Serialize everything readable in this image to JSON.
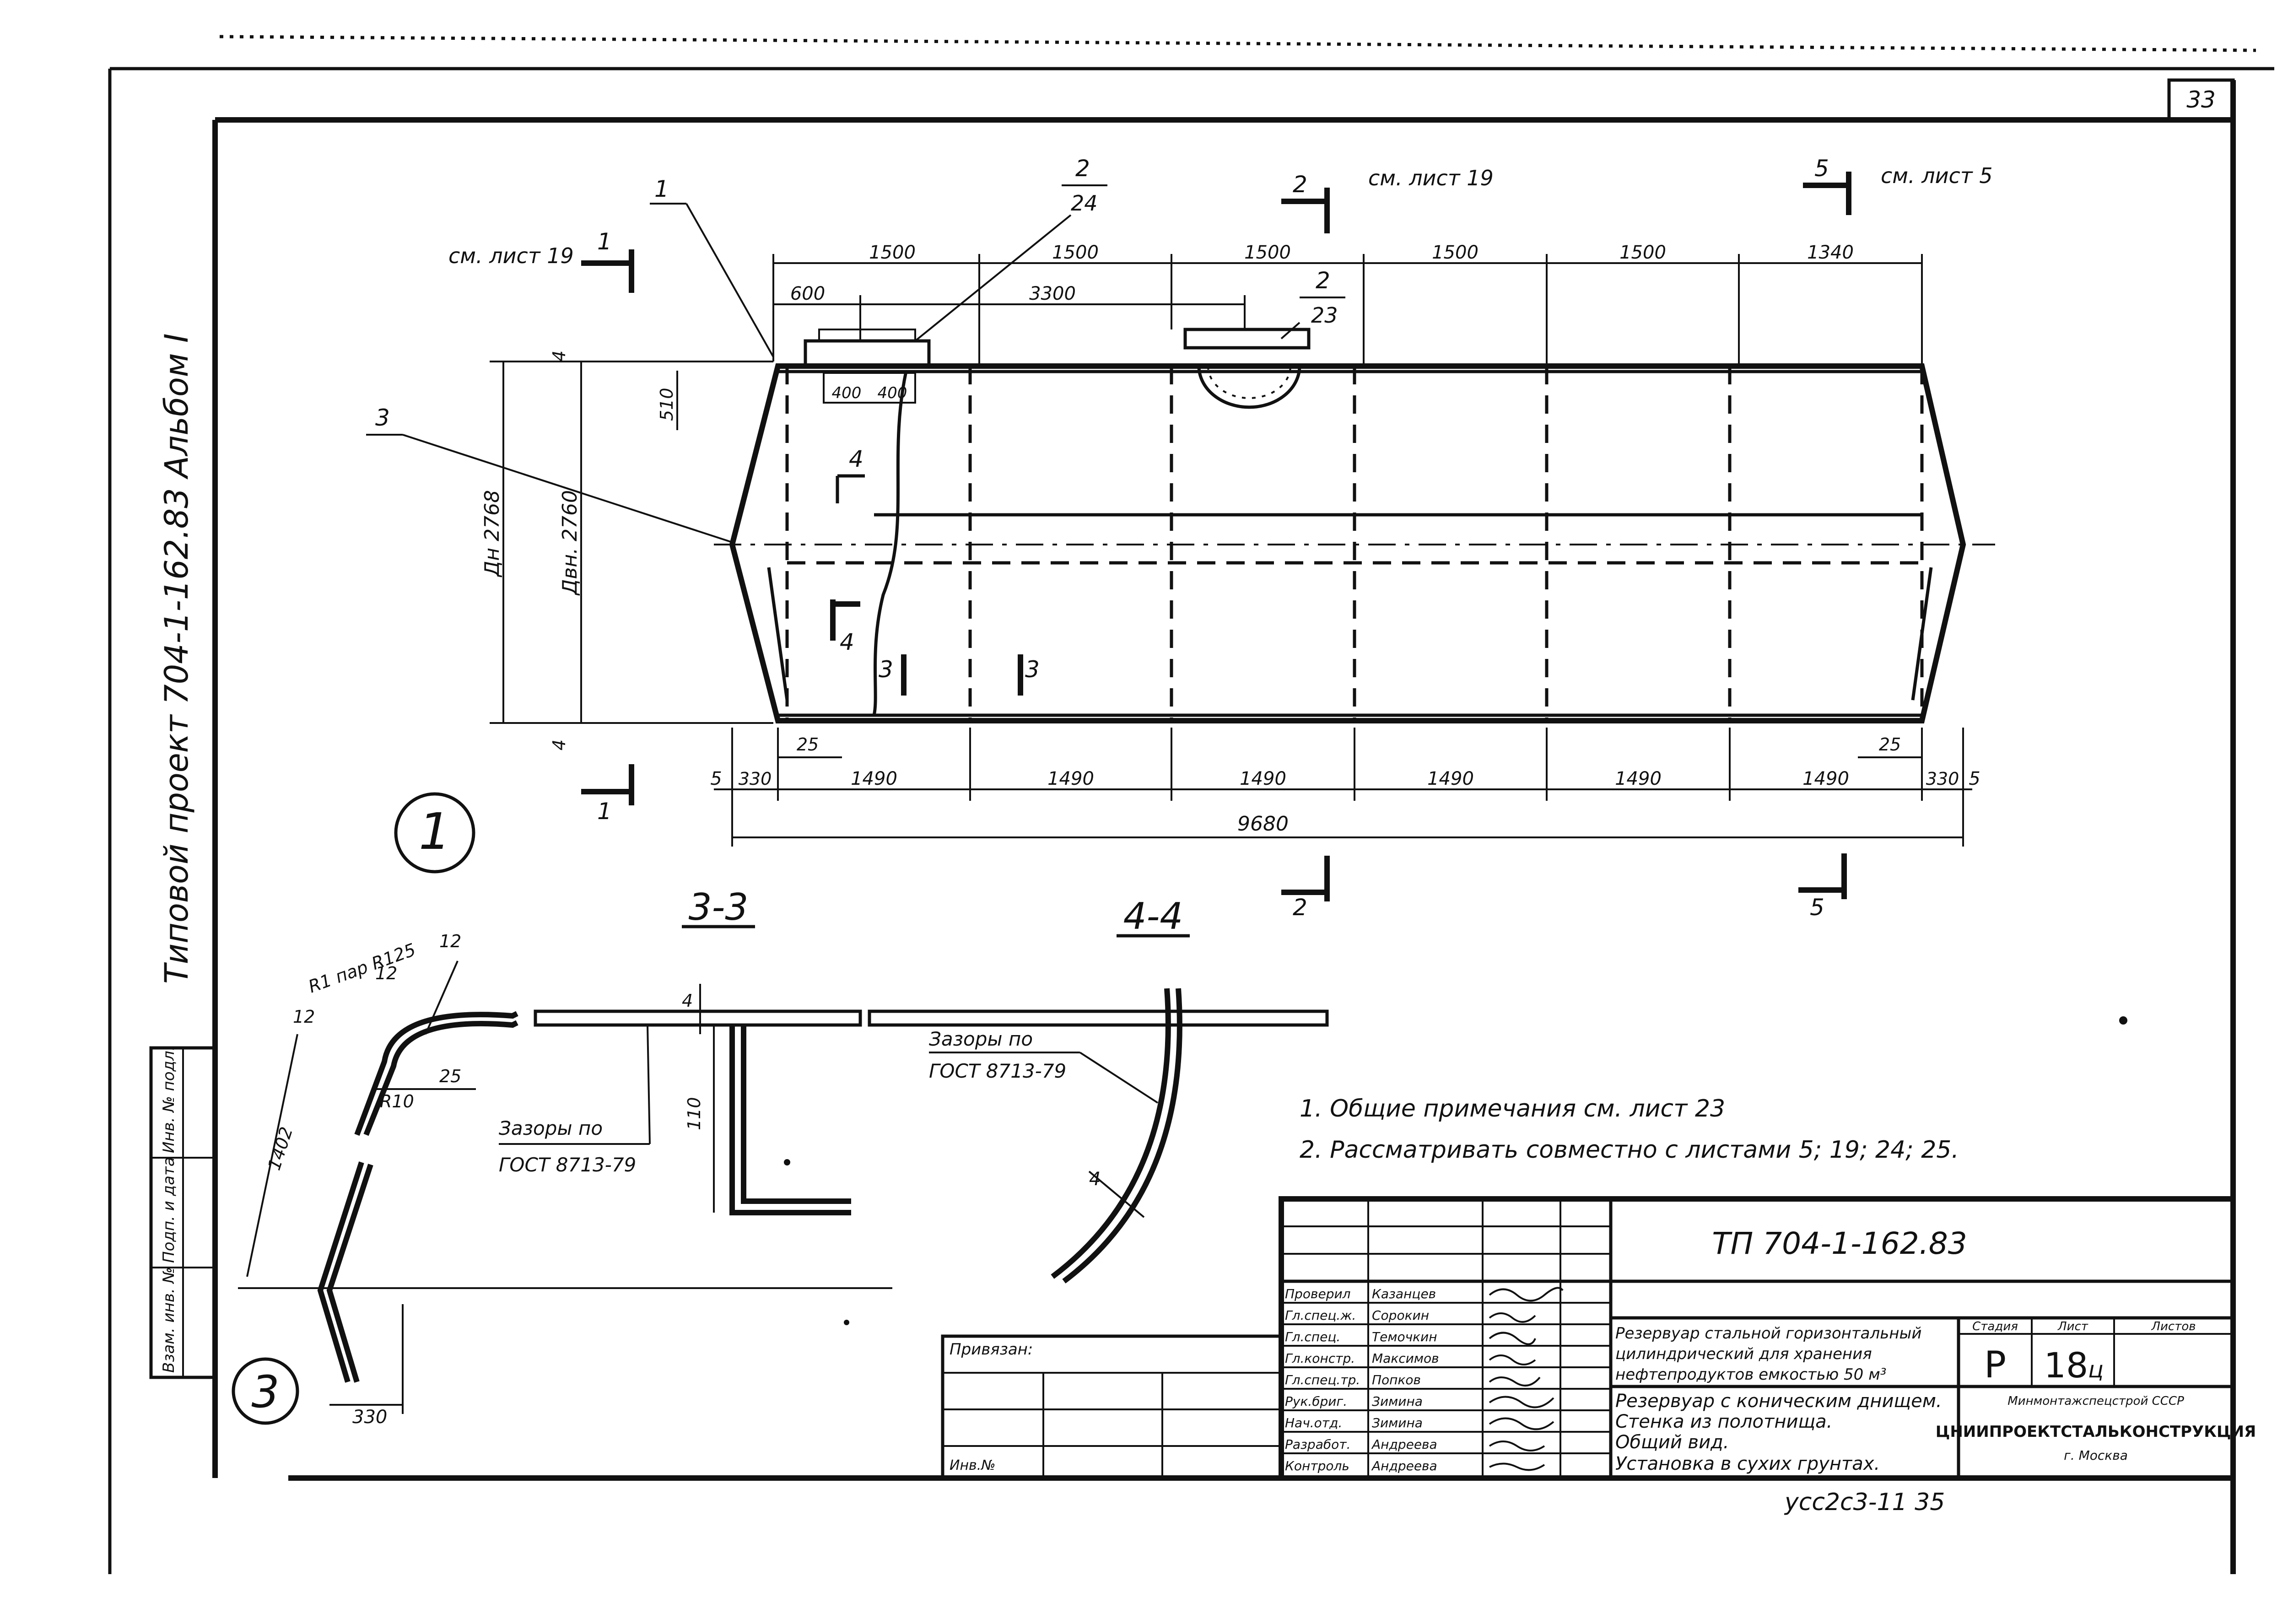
{
  "sheet": {
    "sheet_number": "33",
    "drawing_code": "ТП 704-1-162.83",
    "stage": "Р",
    "sheet": "18",
    "sheet_suffix": "ц",
    "header_stage": "Стадия",
    "header_sheet": "Лист",
    "header_sheets": "Листов",
    "bottom_note": "ycc2c3-11  35"
  },
  "left_margin": {
    "vertical_text": "Типовой проект 704-1-162.83 Альбом I",
    "inv_no": "Инв. № подл.",
    "sign_date": "Подп. и дата",
    "replace_inv": "Взам. инв. №"
  },
  "main_view": {
    "view_label": "1",
    "callouts": {
      "c1": "1",
      "c2": "2",
      "c2_sheet": "24",
      "c2b": "2",
      "c2b_sheet": "23",
      "c3": "3",
      "c4": "4"
    },
    "refs": {
      "see_sheet_19_left": "см. лист 19",
      "see_sheet_19_top": "см. лист 19",
      "see_sheet_5": "см. лист 5"
    },
    "section_marks": {
      "s1": "1",
      "s2": "2",
      "s3": "3",
      "s4": "4",
      "s5": "5"
    },
    "top_dims": [
      "1500",
      "1500",
      "1500",
      "1500",
      "1500",
      "1340"
    ],
    "upper_dims": [
      "600",
      "3300"
    ],
    "hatch_dims": [
      "400",
      "400"
    ],
    "dim_510": "510",
    "dim_4": "4",
    "diam_outer": "Дн 2768",
    "diam_inner": "Двн. 2760",
    "bottom_dims": [
      "1490",
      "1490",
      "1490",
      "1490",
      "1490",
      "1490"
    ],
    "dim_330_left": "330",
    "dim_330_right": "330",
    "dim_5_left": "5",
    "dim_5_right": "5",
    "dim_25_left": "25",
    "dim_25_right": "25",
    "total_length": "9680"
  },
  "section_33": {
    "title": "3-3",
    "label_r1": "R1 пар R125",
    "dim_12a": "12",
    "dim_12b": "12",
    "dim_12c": "12",
    "dim_r10": "R10",
    "dim_25": "25",
    "dim_4": "4",
    "dim_110": "110",
    "dim_1402": "1402",
    "dim_330": "330",
    "gap_note_1": "Зазоры по",
    "gap_note_2": "ГОСТ 8713-79",
    "detail_label": "3"
  },
  "section_44": {
    "title": "4-4",
    "gap_note_1": "Зазоры по",
    "gap_note_2": "ГОСТ 8713-79",
    "dim_4": "4"
  },
  "notes": [
    "1. Общие примечания см. лист 23",
    "2. Рассматривать совместно с листами 5; 19; 24; 25."
  ],
  "title_block": {
    "rows": [
      {
        "role": "Проверил",
        "name": "Казанцев"
      },
      {
        "role": "Гл.спец.ж.",
        "name": "Сорокин"
      },
      {
        "role": "Гл.спец.",
        "name": "Темочкин"
      },
      {
        "role": "Гл.констр.",
        "name": "Максимов"
      },
      {
        "role": "Гл.спец.тр.",
        "name": "Попков"
      },
      {
        "role": "Рук.бриг.",
        "name": "Зимина"
      },
      {
        "role": "Нач.отд.",
        "name": "Зимина"
      },
      {
        "role": "Разработ.",
        "name": "Андреева"
      },
      {
        "role": "Контроль",
        "name": "Андреева"
      }
    ],
    "privyazan": "Привязан:",
    "inv_label": "Инв.№",
    "project_desc_1": "Резервуар стальной горизонтальный",
    "project_desc_2": "цилиндрический для хранения",
    "project_desc_3": "нефтепродуктов емкостью 50 м³",
    "sheet_title_1": "Резервуар с коническим днищем.",
    "sheet_title_2": "Стенка из полотнища.",
    "sheet_title_3": "Общий вид.",
    "sheet_title_4": "Установка в сухих грунтах.",
    "org_1": "Минмонтажспецстрой СССР",
    "org_2": "ЦНИИПРОЕКТСТАЛЬКОНСТРУКЦИЯ",
    "org_3": "г. Москва"
  }
}
